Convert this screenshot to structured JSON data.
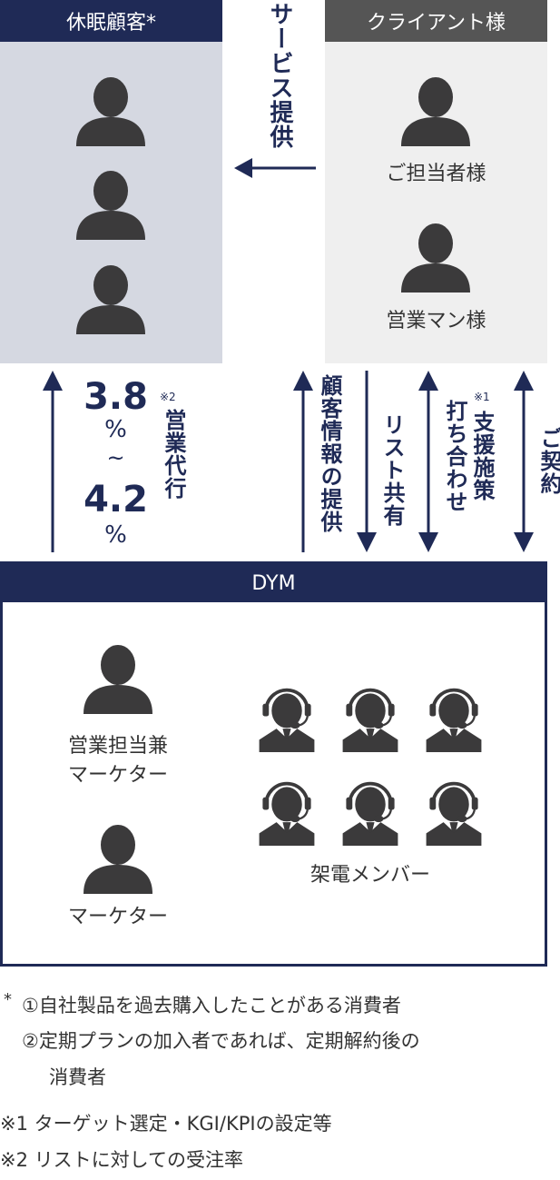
{
  "dormant": {
    "title": "休眠顧客*"
  },
  "client": {
    "title": "クライアント様",
    "person1": "ご担当者様",
    "person2": "営業マン様"
  },
  "service_arrow": {
    "label": "サービス提供"
  },
  "rate": {
    "from": "3.8",
    "pct1": "%",
    "tilde": "~",
    "to": "4.2",
    "pct2": "%",
    "note_mark": "※2",
    "label": "営業代行"
  },
  "flows": [
    {
      "label": "顧客情報の提供"
    },
    {
      "label": "リスト共有"
    },
    {
      "label": "打ち合わせ",
      "note_mark": "※1",
      "label2": "支援施策"
    },
    {
      "label": "ご契約"
    }
  ],
  "dym": {
    "title": "DYM",
    "person1_line1": "営業担当兼",
    "person1_line2": "マーケター",
    "person2": "マーケター",
    "callers": "架電メンバー"
  },
  "footnotes": {
    "star": "*",
    "n1": "①自社製品を過去購入したことがある消費者",
    "n2": "②定期プランの加入者であれば、定期解約後の",
    "n2b": "消費者",
    "m1": "※1 ターゲット選定・KGI/KPIの設定等",
    "m2": "※2 リストに対しての受注率"
  },
  "colors": {
    "navy": "#1f2a56",
    "gray_header": "#555555",
    "left_panel": "#d5d8e1",
    "right_panel": "#efefef",
    "icon": "#3b3a3b"
  }
}
